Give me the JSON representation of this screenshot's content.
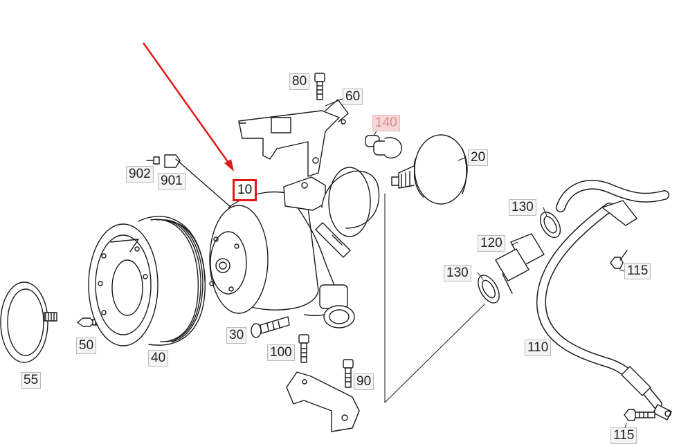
{
  "diagram": {
    "highlight_color": "#e01818",
    "labels": {
      "p10": "10",
      "p20": "20",
      "p30": "30",
      "p40": "40",
      "p50": "50",
      "p55": "55",
      "p60": "60",
      "p80": "80",
      "p90": "90",
      "p100": "100",
      "p110": "110",
      "p115a": "115",
      "p115b": "115",
      "p120": "120",
      "p130a": "130",
      "p130b": "130",
      "p140": "140",
      "p901": "901",
      "p902": "902"
    }
  }
}
